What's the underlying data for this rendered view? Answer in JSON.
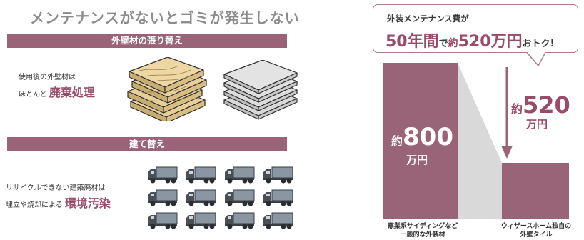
{
  "left": {
    "title": "メンテナンスがないとゴミが発生しない",
    "section1": {
      "heading": "外壁材の張り替え",
      "text_line1": "使用後の外壁材は",
      "text_line2_prefix": "ほとんど",
      "text_line2_emphasis": "廃棄処理"
    },
    "section2": {
      "heading": "建て替え",
      "text_line1": "リサイクルできない建築廃材は",
      "text_line2_prefix": "埋立や焼却による",
      "text_line2_emphasis": "環境汚染"
    },
    "truck_count": 12
  },
  "right": {
    "bubble": {
      "line1": "外装メンテナンス費が",
      "years": "50年間",
      "particle": "で",
      "approx": "約",
      "amount": "520万円",
      "suffix": "おトク!"
    },
    "bar_conventional": {
      "prefix": "約",
      "value": "800",
      "unit": "万円"
    },
    "difference": {
      "prefix": "約",
      "value": "520",
      "unit": "万円"
    },
    "caption_left_line1": "窯業系サイディングなど",
    "caption_left_line2": "一般的な外装材",
    "caption_right_line1": "ウィザースホーム独自の",
    "caption_right_line2": "外壁タイル"
  },
  "colors": {
    "accent": "#9a6478",
    "emphasis_text": "#9a4a6a",
    "wood": "#e6cf9a",
    "truck_body": "#8a97a3",
    "truck_cab": "#4a4f55",
    "grey_panel": "#d9d9d9",
    "arrow": "#9a6478"
  }
}
